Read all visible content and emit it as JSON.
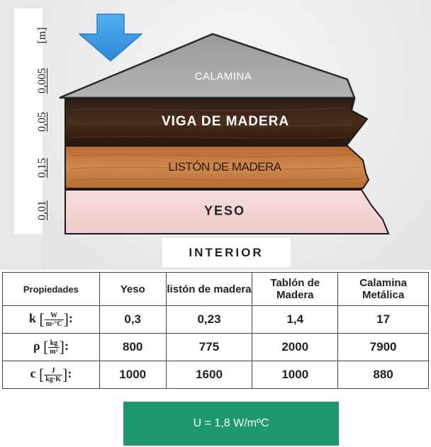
{
  "diagram": {
    "scale_unit": "[m]",
    "scale_values": [
      "0,005",
      "0,05",
      "0,15",
      "0,01"
    ],
    "layers": [
      "CALAMINA",
      "VIGA DE MADERA",
      "LISTÓN DE MADERA",
      "YESO"
    ],
    "interior_label": "INTERIOR",
    "arrow_direction": "down",
    "colors": {
      "calamina": "#a6a6a6",
      "viga": "#3a2418",
      "liston": "#c4773e",
      "yeso": "#f4d6d6",
      "arrow": "#3d9be0"
    }
  },
  "table": {
    "headers": [
      "Propiedades",
      "Yeso",
      "listón de madera",
      "Tablón de Madera",
      "Calamina Metálica"
    ],
    "rows": [
      {
        "symbol": "k",
        "unit_num": "W",
        "unit_den": "m·°C",
        "values": [
          "0,3",
          "0,23",
          "1,4",
          "17"
        ]
      },
      {
        "symbol": "ρ",
        "unit_num": "kg",
        "unit_den": "m³",
        "values": [
          "800",
          "775",
          "2000",
          "7900"
        ]
      },
      {
        "symbol": "c",
        "unit_num": "J",
        "unit_den": "kg·K",
        "values": [
          "1000",
          "1600",
          "1000",
          "880"
        ]
      }
    ]
  },
  "result": {
    "text": "U = 1,8 W/mºC",
    "color": "#1f9770"
  }
}
